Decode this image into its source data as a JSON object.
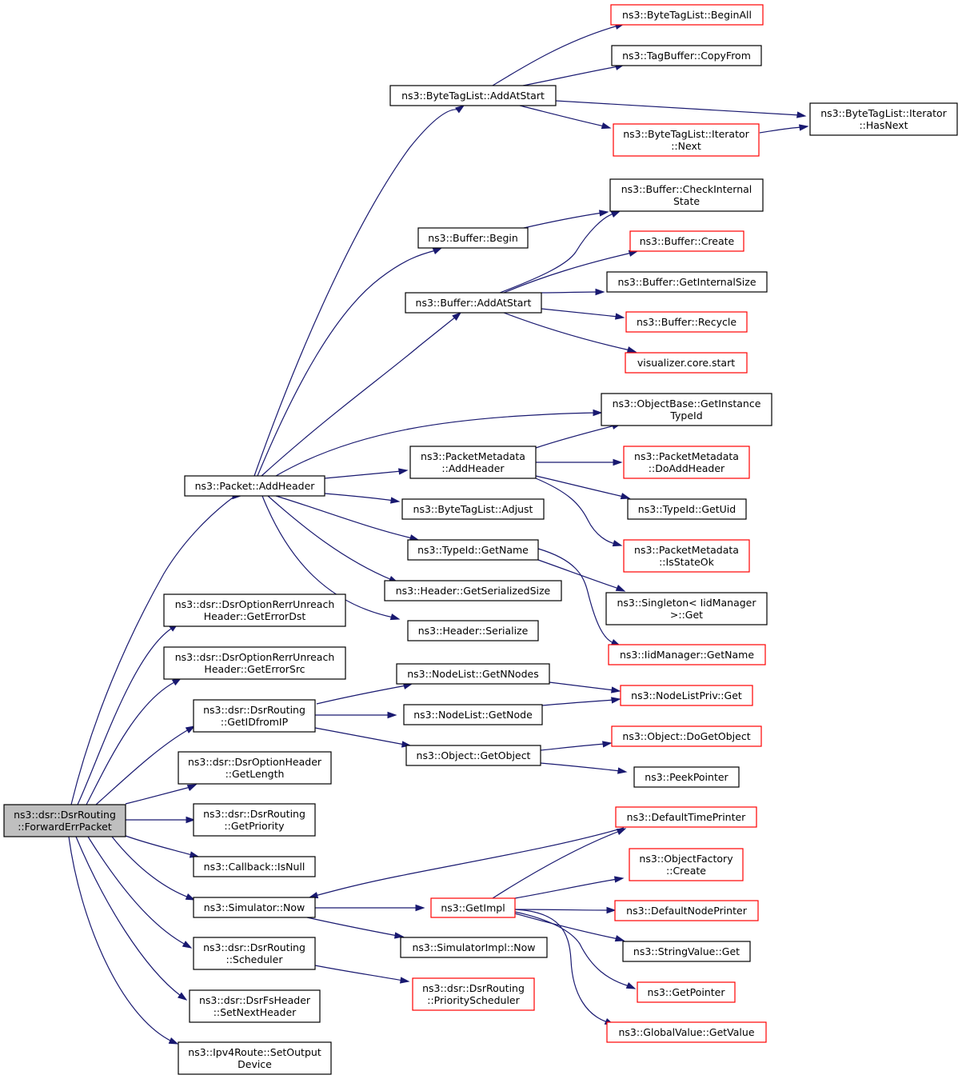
{
  "nodes": {
    "root": [
      "ns3::dsr::DsrRouting",
      "::ForwardErrPacket"
    ],
    "add_header": [
      "ns3::Packet::AddHeader"
    ],
    "get_error_dst": [
      "ns3::dsr::DsrOptionRerrUnreach",
      "Header::GetErrorDst"
    ],
    "get_error_src": [
      "ns3::dsr::DsrOptionRerrUnreach",
      "Header::GetErrorSrc"
    ],
    "get_id_from_ip": [
      "ns3::dsr::DsrRouting",
      "::GetIDfromIP"
    ],
    "get_length": [
      "ns3::dsr::DsrOptionHeader",
      "::GetLength"
    ],
    "get_priority": [
      "ns3::dsr::DsrRouting",
      "::GetPriority"
    ],
    "is_null": [
      "ns3::Callback::IsNull"
    ],
    "sim_now": [
      "ns3::Simulator::Now"
    ],
    "scheduler": [
      "ns3::dsr::DsrRouting",
      "::Scheduler"
    ],
    "set_next_header": [
      "ns3::dsr::DsrFsHeader",
      "::SetNextHeader"
    ],
    "set_output_device": [
      "ns3::Ipv4Route::SetOutput",
      "Device"
    ],
    "btl_add_at_start": [
      "ns3::ByteTagList::AddAtStart"
    ],
    "buffer_begin": [
      "ns3::Buffer::Begin"
    ],
    "buffer_add_at_start": [
      "ns3::Buffer::AddAtStart"
    ],
    "pm_add_header": [
      "ns3::PacketMetadata",
      "::AddHeader"
    ],
    "btl_adjust": [
      "ns3::ByteTagList::Adjust"
    ],
    "typeid_get_name": [
      "ns3::TypeId::GetName"
    ],
    "header_get_serialized_size": [
      "ns3::Header::GetSerializedSize"
    ],
    "header_serialize": [
      "ns3::Header::Serialize"
    ],
    "nodelist_get_nnodes": [
      "ns3::NodeList::GetNNodes"
    ],
    "nodelist_get_node": [
      "ns3::NodeList::GetNode"
    ],
    "object_get_object": [
      "ns3::Object::GetObject"
    ],
    "get_impl": [
      "ns3::GetImpl"
    ],
    "simimpl_now": [
      "ns3::SimulatorImpl::Now"
    ],
    "priority_scheduler": [
      "ns3::dsr::DsrRouting",
      "::PriorityScheduler"
    ],
    "btl_begin_all": [
      "ns3::ByteTagList::BeginAll"
    ],
    "tagbuffer_copy_from": [
      "ns3::TagBuffer::CopyFrom"
    ],
    "btl_iter_next": [
      "ns3::ByteTagList::Iterator",
      "::Next"
    ],
    "btl_iter_has_next": [
      "ns3::ByteTagList::Iterator",
      "::HasNext"
    ],
    "buffer_check_internal_state": [
      "ns3::Buffer::CheckInternal",
      "State"
    ],
    "buffer_create": [
      "ns3::Buffer::Create"
    ],
    "buffer_get_internal_size": [
      "ns3::Buffer::GetInternalSize"
    ],
    "buffer_recycle": [
      "ns3::Buffer::Recycle"
    ],
    "visualizer_core_start": [
      "visualizer.core.start"
    ],
    "objectbase_get_instance_typeid": [
      "ns3::ObjectBase::GetInstance",
      "TypeId"
    ],
    "pm_do_add_header": [
      "ns3::PacketMetadata",
      "::DoAddHeader"
    ],
    "typeid_get_uid": [
      "ns3::TypeId::GetUid"
    ],
    "pm_is_state_ok": [
      "ns3::PacketMetadata",
      "::IsStateOk"
    ],
    "singleton_iidmanager_get": [
      "ns3::Singleton< IidManager",
      ">::Get"
    ],
    "iidmanager_get_name": [
      "ns3::IidManager::GetName"
    ],
    "nodelistpriv_get": [
      "ns3::NodeListPriv::Get"
    ],
    "object_do_get_object": [
      "ns3::Object::DoGetObject"
    ],
    "peek_pointer": [
      "ns3::PeekPointer"
    ],
    "default_time_printer": [
      "ns3::DefaultTimePrinter"
    ],
    "objectfactory_create": [
      "ns3::ObjectFactory",
      "::Create"
    ],
    "default_node_printer": [
      "ns3::DefaultNodePrinter"
    ],
    "stringvalue_get": [
      "ns3::StringValue::Get"
    ],
    "get_pointer": [
      "ns3::GetPointer"
    ],
    "globalvalue_get_value": [
      "ns3::GlobalValue::GetValue"
    ]
  },
  "colors": {
    "edge": "#191970",
    "truncated_border": "#ff0000",
    "normal_border": "#000000",
    "root_fill": "#bfbfbf"
  }
}
